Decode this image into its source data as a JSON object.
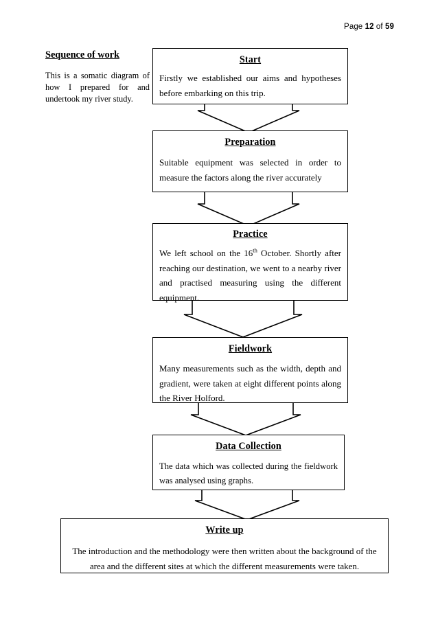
{
  "page_header": {
    "prefix": "Page ",
    "current_page": "12",
    "middle": " of ",
    "total_pages": "59"
  },
  "side_note": {
    "title": "Sequence of work",
    "body": "This is a somatic diagram of how I prepared for and undertook my river study."
  },
  "flowchart": {
    "orientation": "vertical-top-to-bottom",
    "connector_type": "open-chevron-down-arrow",
    "steps": [
      {
        "id": "start",
        "title": "Start",
        "body": "Firstly we established our aims and hypotheses before embarking on this trip."
      },
      {
        "id": "preparation",
        "title": "Preparation",
        "body": "Suitable equipment was selected in order to measure the factors along the river accurately"
      },
      {
        "id": "practice",
        "title": "Practice",
        "body_part1": "We left school on the 16",
        "body_sup": "th",
        "body_part2": " October. Shortly after reaching our destination, we went to a nearby river and practised measuring using the different equipment."
      },
      {
        "id": "fieldwork",
        "title": "Fieldwork",
        "body": "Many measurements such as the width, depth and gradient, were taken at eight different points along the River Holford."
      },
      {
        "id": "data-collection",
        "title": "Data Collection",
        "body": "The data which was collected during the fieldwork was analysed using graphs."
      },
      {
        "id": "write-up",
        "title": "Write up",
        "body": "The introduction and the methodology were then written about the background of the area and the different sites at which the different measurements were taken."
      }
    ]
  },
  "colors": {
    "page_background": "#ffffff",
    "text": "#000000",
    "border": "#000000"
  }
}
